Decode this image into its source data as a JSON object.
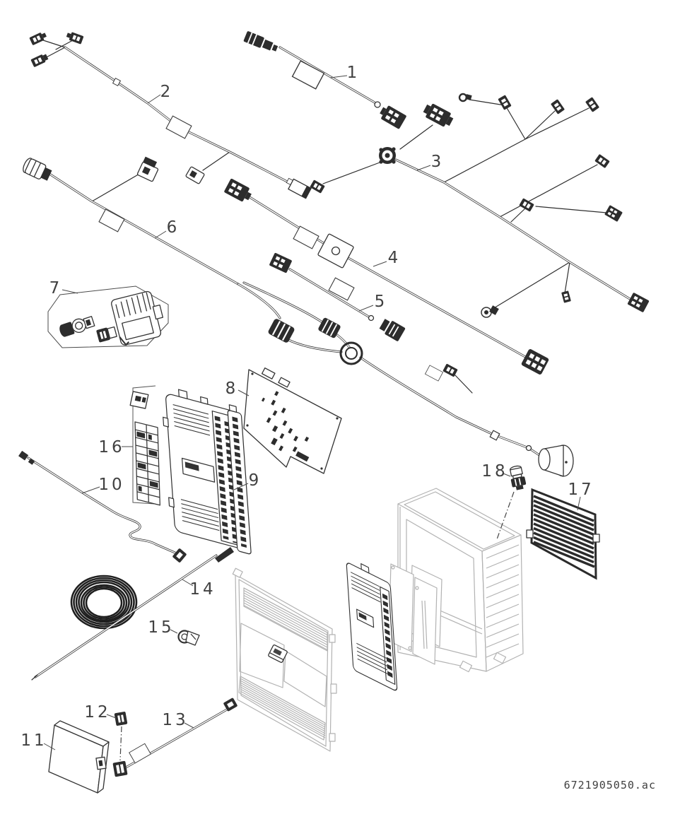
{
  "figure": {
    "drawing_number": "6721905050.ac"
  },
  "colors": {
    "line_dark": "#2e2e2e",
    "line_light": "#b2b2b2",
    "connector_fill": "#2d2d2d",
    "label_text": "#414141",
    "background": "#ffffff"
  },
  "parts": [
    {
      "number": "1",
      "name": "cable-harness-1"
    },
    {
      "number": "2",
      "name": "cable-harness-2"
    },
    {
      "number": "3",
      "name": "cable-harness-3"
    },
    {
      "number": "4",
      "name": "cable-with-grommet"
    },
    {
      "number": "5",
      "name": "cable-harness-5"
    },
    {
      "number": "6",
      "name": "cable-harness-6"
    },
    {
      "number": "7",
      "name": "sensor-cable-set"
    },
    {
      "number": "8",
      "name": "circuit-board"
    },
    {
      "number": "9",
      "name": "control-module"
    },
    {
      "number": "10",
      "name": "capillary-sensor-cable"
    },
    {
      "number": "11",
      "name": "cover-box"
    },
    {
      "number": "12",
      "name": "small-connector"
    },
    {
      "number": "13",
      "name": "connection-cable"
    },
    {
      "number": "14",
      "name": "sensor-rod"
    },
    {
      "number": "15",
      "name": "clamp"
    },
    {
      "number": "16",
      "name": "terminal-strip"
    },
    {
      "number": "17",
      "name": "vent-grille"
    },
    {
      "number": "18",
      "name": "plug-cap"
    }
  ]
}
